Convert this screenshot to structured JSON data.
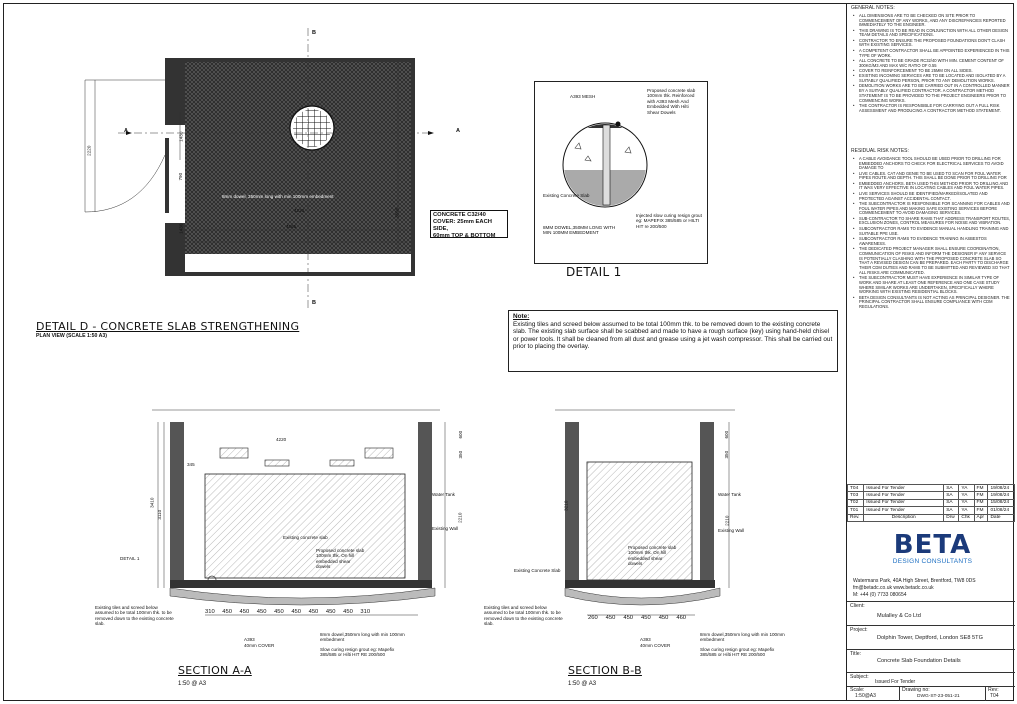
{
  "plan": {
    "title": "DETAIL D - CONCRETE SLAB STRENGTHENING",
    "subtitle": "PLAN VIEW (SCALE 1:50 A3)",
    "dims": {
      "d2220": "2220",
      "d1430a": "1430",
      "d790": "790",
      "d1430b": "1430",
      "d4220": "4220",
      "d4565": "4565",
      "d3595": "3595"
    },
    "dowel_label": "8mm dowel, 350mm long with min 100mm embedment",
    "section_a_left": "A",
    "section_a_right": "A",
    "section_b_top": "B",
    "section_b_bottom": "B",
    "concrete_spec": {
      "line1": "CONCRETE C32/40",
      "line2": "COVER: 25mm EACH SIDE,",
      "line3": "60mm TOP & BOTTOM"
    }
  },
  "detail1": {
    "title": "DETAIL 1",
    "mesh_label": "A393 MESH",
    "proposed_label": "Proposed concrete slab 100mm thk. Reinforced with A393 Mesh And Embedded With Hilti Shear Dowels",
    "existing_label": "Existing Concrete Slab",
    "dowel_label": "8MM DOWEL,350MM LONG WITH MIN 100MM EMBEDMENT",
    "grout_label": "Injected slow curing resign grout eg: MAPEFIX 385/585 or HILTI HIT re 200/500"
  },
  "note": {
    "heading": "Note:",
    "text": "Existing tiles and screed below assumed to be total 100mm thk. to be removed down to the existing concrete slab. The existing slab surface shall be scabbed and made to have a rough surface (key) using hand-held chisel or power tools. It shall be cleaned from all dust and grease using a jet wash compressor. This shall be carried out prior to placing the overlay."
  },
  "section_aa": {
    "title": "SECTION A-A",
    "scale": "1:50 @ A3",
    "dim_top": "4220",
    "dim_345": "345",
    "dim_3410": "3410",
    "dim_3110": "3110",
    "dim_600": "600",
    "dim_350": "350",
    "dim_2210": "2210",
    "water_tank": "Water Tank",
    "existing_wall": "Existing Wall",
    "existing_slab": "Existing concrete slab",
    "proposed_slab": "Proposed concrete slab 100mm thk. On hill embedded shear dowels",
    "detail_ref": "DETAIL 1",
    "tiles_note": "Existing tiles and screed below assumed to be total 100mm thk. to be removed down to the existing concrete slab.",
    "spacing": [
      "310",
      "450",
      "450",
      "450",
      "450",
      "450",
      "450",
      "450",
      "450",
      "310"
    ],
    "a393": "A393",
    "cover": "40mm COVER",
    "dowel_note": "8mm dowel,350mm long with min 100mm embedment",
    "resin_note": "Slow curing resign grout eg: Mapefix 385/585 or Hilti HIT RE 200/500"
  },
  "section_bb": {
    "title": "SECTION B-B",
    "scale": "1:50 @ A3",
    "dim_3210": "3210",
    "dim_2210": "2210",
    "dim_600": "600",
    "dim_350": "350",
    "water_tank": "Water Tank",
    "existing_wall": "Existing Wall",
    "existing_slab": "Existing Concrete Slab",
    "proposed_slab": "Proposed concrete slab 100mm thk. On hill embedded shear dowels",
    "tiles_note": "Existing tiles and screed below assumed to be total 100mm thk. to be removed down to the existing concrete slab.",
    "spacing": [
      "260",
      "450",
      "450",
      "450",
      "450",
      "460"
    ],
    "a393": "A393",
    "cover": "40mm COVER",
    "dowel_note": "8mm dowel,350mm long with min 100mm embedment",
    "resin_note": "Slow curing resign grout eg: Mapefix 385/585 or Hilti HIT RE 200/500"
  },
  "titleblock": {
    "general_heading": "GENERAL NOTES:",
    "general_notes": [
      "ALL DIMENSIONS ARE TO BE CHECKED ON SITE PRIOR TO COMMENCEMENT OF ANY WORKS, AND ANY DISCREPANCIES REPORTED IMMEDIATELY TO THE ENGINEER.",
      "THIS DRAWING IS TO BE READ IN CONJUNCTION WITH ALL OTHER DESIGN TEAM DETAILS AND SPECIFICATIONS.",
      "CONTRACTOR TO ENSURE THE PROPOSED FOUNDATIONS DON'T CLASH WITH EXISTING SERVICES.",
      "A COMPETENT CONTRACTOR SHALL BE APPOINTED EXPERIENCED IN THIS TYPE OF WORK.",
      "ALL CONCRETE TO BE GRADE RC32/40 WITH MIN. CEMENT CONTENT OF 300KG/M3 AND MAX W/C RATIO OF 0.55",
      "COVER TO REINFORCEMENT TO BE 25MM ON ALL SIDES.",
      "EXISTING INCOMING SERVICES ARE TO BE LOCATED AND ISOLATED BY A SUITABLY QUALIFIED PERSON, PRIOR TO ANY DEMOLITION WORKS.",
      "DEMOLITION WORKS ARE TO BE CARRIED OUT IN A CONTROLLED MANNER BY A SUITABLY QUALIFIED CONTRACTOR. A CONTRACTOR METHOD STATEMENT IS TO BE PROVIDED TO THE PROJECT ENGINEERS PRIOR TO COMMENCING WORKS.",
      "THE CONTRACTOR IS RESPONSIBLE FOR CARRYING OUT A FULL RISK ASSESSMENT AND PRODUCING A CONTRACTOR METHOD STATEMENT."
    ],
    "risk_heading": "RESIDUAL RISK NOTES:",
    "risk_notes": [
      "A CABLE AVOIDANCE TOOL SHOULD BE USED PRIOR TO DRILLING FOR EMBEDDED ANCHORS TO CHECK FOR ELECTRICAL SERVICES TO AVOID DAMAGE TO",
      "LIVE CABLES. CAT AND GENIE TO BE USED TO SCAN FOR FOUL WATER PIPES ROUTE AND DEPTH. THIS SHALL BE DONE PRIOR TO DRILLING FOR",
      "EMBEDDED ANCHORS. BETA USED THIS METHOD PRIOR TO DRILLING AND IT WAS VERY EFFECTIVE IN LOCATING CABLES AND FOUL WATER PIPES.",
      "LIVE SERVICES SHOULD BE IDENTIFIED/MARKED/ISOLATED AND PROTECTED AGAINST ACCIDENTAL CONTACT.",
      "THE SUBCONTRACTOR IS RESPONSIBLE FOR SCANNING FOR CABLES AND FOUL WATER PIPES AND MAKING SAFE EXISTING SERVICES BEFORE COMMENCEMENT TO AVOID DAMAGING SERVICES.",
      "SUB-CONTRACTOR TO SHARE RAMS THAT ADDRESS TRANSPORT ROUTES, EXCLUSION ZONES, CONTROL MEASURES FOR NOISE AND VIBRATION.",
      "SUBCONTRACTOR RAMS TO EVIDENCE MANUAL HANDLING TRAINING AND SUITABLE PPE USE.",
      "SUBCONTRACTOR RAMS TO EVIDENCE TRAINING IN ASBESTOS AWARENESS.",
      "THE DEDICATED PROJECT MANAGER SHALL ENSURE COORDINATION, COMMUNICATION OF RISKS AND INFORM THE DESIGNER IF ANY SERVICE IS POTENTIALLY CLASHING WITH THE PROPOSED CONCRETE SLAB SO THAT A REVISED DESIGN CAN BE PREPARED. EACH PARTY TO DISCHARGE THEIR CDM DUTIES AND RAMS TO BE SUBMITTED AND REVIEWED SO THAT ALL RISKS ARE COMMUNICATED.",
      "THE SUBCONTRACTOR MUST HAVE EXPERIENCE IN SIMILAR TYPE OF WORK AND SHARE AT LEAST ONE REFERENCE AND ONE CASE STUDY WHERE SIMILAR WORKS ARE UNDERTAKEN, SPECIFICALLY WHERE WORKING WITH EXISTING RESIDENTIAL BLOCKS.",
      "BETA DESIGN CONSULTANTS IS NOT ACTING AS PRINCIPAL DESIGNER. THE PRINCIPAL CONTRACTOR SHALL ENSURE COMPLIANCE WITH CDM REGULATIONS."
    ],
    "revisions": [
      [
        "T04",
        "Issued For Tender",
        "SA",
        "YA",
        "FM",
        "19/08/24"
      ],
      [
        "T03",
        "Issued For Tender",
        "SA",
        "YA",
        "FM",
        "19/08/24"
      ],
      [
        "T02",
        "Issued For Tender",
        "SA",
        "YA",
        "FM",
        "15/08/24"
      ],
      [
        "T01",
        "Issued For Tender",
        "SA",
        "YA",
        "FM",
        "01/08/24"
      ]
    ],
    "rev_header": [
      "Rev.",
      "Description",
      "Drw",
      "Chk",
      "Apr",
      "Date"
    ],
    "brand": "BETA",
    "brand_sub": "DESIGN CONSULTANTS",
    "address": "Watermans Park, 40A High Street, Brentford, TW8 0DS",
    "email_web": "fm@betadc.co.uk   www.betadc.co.uk",
    "phone": "M:      +44 (0) 7733 080654",
    "client_label": "Client:",
    "client": "Mulalley & Co Ltd",
    "project_label": "Project:",
    "project": "Dolphin Tower, Deptford, London SE8 5TG",
    "title_label": "Title:",
    "title": "Concrete Slab Foundation Details",
    "subject_label": "Subject:",
    "subject": "Issued For Tender",
    "scale_label": "Scale:",
    "scale": "1:50@A3",
    "drawing_label": "Drawing no:",
    "drawing": "DWG-ST-23-051-21",
    "rev_label": "Rev:",
    "rev": "T04"
  }
}
